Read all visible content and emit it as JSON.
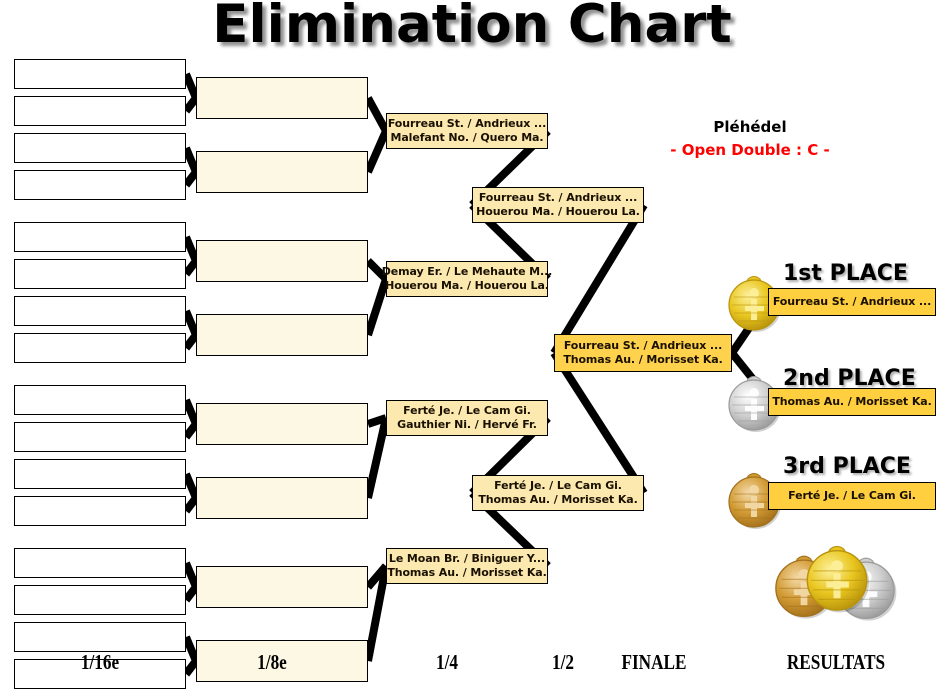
{
  "title": "Elimination Chart",
  "event": {
    "place": "Pléhédel",
    "category": "- Open Double : C -",
    "place_color": "#000000",
    "category_color": "#ff0000"
  },
  "rounds": [
    {
      "id": "r16",
      "label": "1/16e",
      "slots": 16,
      "filled": false
    },
    {
      "id": "r8",
      "label": "1/8e",
      "slots": 8,
      "filled": false
    },
    {
      "id": "r4",
      "label": "1/4",
      "slots": 4,
      "filled": true
    },
    {
      "id": "r2",
      "label": "1/2",
      "slots": 2,
      "filled": true
    },
    {
      "id": "final",
      "label": "FINALE",
      "slots": 1,
      "filled": true
    },
    {
      "id": "results",
      "label": "RESULTATS",
      "slots": 0,
      "filled": true
    }
  ],
  "quarterfinals": [
    {
      "top": "Fourreau St. / Andrieux ...",
      "bottom": "Malefant No. / Quero Ma."
    },
    {
      "top": "Demay Er. / Le Mehaute M...",
      "bottom": "Houerou Ma. / Houerou La."
    },
    {
      "top": "Ferté Je. / Le Cam Gi.",
      "bottom": "Gauthier Ni. / Hervé Fr."
    },
    {
      "top": "Le Moan Br. / Biniguer Y...",
      "bottom": "Thomas Au. / Morisset Ka."
    }
  ],
  "semifinals": [
    {
      "top": "Fourreau St. / Andrieux ...",
      "bottom": "Houerou Ma. / Houerou La."
    },
    {
      "top": "Ferté Je. / Le Cam Gi.",
      "bottom": "Thomas Au. / Morisset Ka."
    }
  ],
  "final": {
    "top": "Fourreau St. / Andrieux ...",
    "bottom": "Thomas Au. / Morisset Ka."
  },
  "results": {
    "heading": "RESULTATS",
    "places": [
      {
        "rank": "1st PLACE",
        "name": "Fourreau St. / Andrieux ...",
        "medal": "gold-medal-icon",
        "medal_color": "#e8c22a"
      },
      {
        "rank": "2nd PLACE",
        "name": "Thomas Au. / Morisset Ka.",
        "medal": "silver-medal-icon",
        "medal_color": "#c6c6c6"
      },
      {
        "rank": "3rd PLACE",
        "name": "Ferté Je. / Le Cam Gi.",
        "medal": "bronze-medal-icon",
        "medal_color": "#d6a13c"
      }
    ],
    "trophy_cluster": "three-medals-icon"
  },
  "colors": {
    "r16_fill": "#ffffff",
    "r8_fill": "#fdf8e3",
    "r4_fill": "#fbe9b0",
    "final_fill": "#ffd24d",
    "medal_box_fill": "#ffcf40",
    "connector": "#000000"
  }
}
